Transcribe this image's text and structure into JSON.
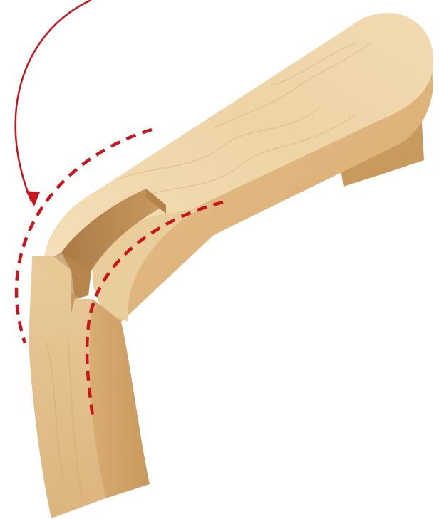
{
  "illustration": {
    "subject": "wooden-bridle-joint-bracket",
    "colors": {
      "background": "#ffffff",
      "wood_light": "#efd7ae",
      "wood_mid": "#e3c08b",
      "wood_dark": "#c99c62",
      "wood_shadow": "#a87a45",
      "grain": "#d2a86f",
      "marker_red": "#c8161d"
    },
    "markers": [
      {
        "name": "curved-arrow",
        "style": "solid"
      },
      {
        "name": "outer-dashed-arc",
        "style": "dashed"
      },
      {
        "name": "inner-dashed-arc",
        "style": "dashed"
      }
    ]
  }
}
